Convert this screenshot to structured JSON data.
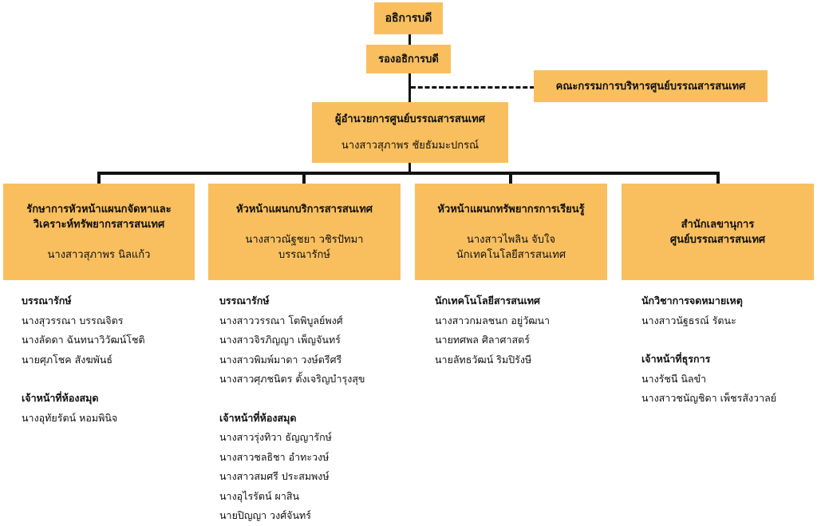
{
  "top": {
    "title": "อธิการบดี"
  },
  "vice": {
    "title": "รองอธิการบดี"
  },
  "committee": {
    "title": "คณะกรรมการบริหารศูนย์บรรณสารสนเทศ"
  },
  "director": {
    "title": "ผู้อำนวยการศูนย์บรรณสารสนเทศ",
    "name": "นางสาวสุภาพร ชัยธัมมะปกรณ์"
  },
  "units": [
    {
      "title_lines": [
        "รักษาการหัวหน้าแผนกจัดหาและ",
        "วิเคราะห์ทรัพยากรสารสนเทศ"
      ],
      "name_lines": [
        "นางสาวสุภาพร นิลแก้ว"
      ],
      "groups": [
        {
          "heading": "บรรณารักษ์",
          "members": [
            "นางสุวรรณา บรรณจิตร",
            "นางลัดดา ฉันทนาวิวัฒน์โชติ",
            "นายศุภโชค สังฆพันธ์"
          ]
        },
        {
          "heading": "เจ้าหน้าที่ห้องสมุด",
          "members": [
            "นางอุทัยรัตน์ หอมพินิจ"
          ]
        }
      ]
    },
    {
      "title_lines": [
        "หัวหน้าแผนกบริการสารสนเทศ"
      ],
      "name_lines": [
        "นางสาวณัฐชยา วชิรปัทมา",
        "บรรณารักษ์"
      ],
      "groups": [
        {
          "heading": "บรรณารักษ์",
          "members": [
            "นางสาววรรณา โตพิบูลย์พงศ์",
            "นางสาวจิรภิญญา เพ็ญจันทร์",
            "นางสาวพิมพ์มาดา วงษ์ตรีศรี",
            "นางสาวศุภชนิตร ตั้งเจริญบำรุงสุข"
          ]
        },
        {
          "heading": "เจ้าหน้าที่ห้องสมุด",
          "members": [
            "นางสาวรุ่งทิวา ธัญญารักษ์",
            "นางสาวชลธิชา อำทะวงษ์",
            "นางสาวสมศรี ประสมพงษ์",
            "นางอุไรรัตน์ ผาสิน",
            "นายปิญญา วงศ์จันทร์"
          ]
        }
      ]
    },
    {
      "title_lines": [
        "หัวหน้าแผนกทรัพยากรการเรียนรู้"
      ],
      "name_lines": [
        "นางสาวไพลิน จับใจ",
        "นักเทคโนโลยีสารสนเทศ"
      ],
      "groups": [
        {
          "heading": "นักเทคโนโลยีสารสนเทศ",
          "members": [
            "นางสาวกมลชนก อยู่วัฒนา",
            "นายทศพล ศิลาศาสตร์",
            "นายลัทธวัฒน์ ริมปิรังษี"
          ]
        }
      ]
    },
    {
      "title_lines": [
        "สำนักเลขานุการ",
        "ศูนย์บรรณสารสนเทศ"
      ],
      "name_lines": [],
      "groups": [
        {
          "heading": "นักวิชาการจดหมายเหตุ",
          "members": [
            "นางสาวนัฐธรณ์ รัตนะ"
          ]
        },
        {
          "heading": "เจ้าหน้าที่ธุรการ",
          "members": [
            "นางรัชนี นิลขำ",
            "นางสาวชนัญชิดา เพ็ชรสังวาลย์"
          ]
        }
      ]
    }
  ]
}
